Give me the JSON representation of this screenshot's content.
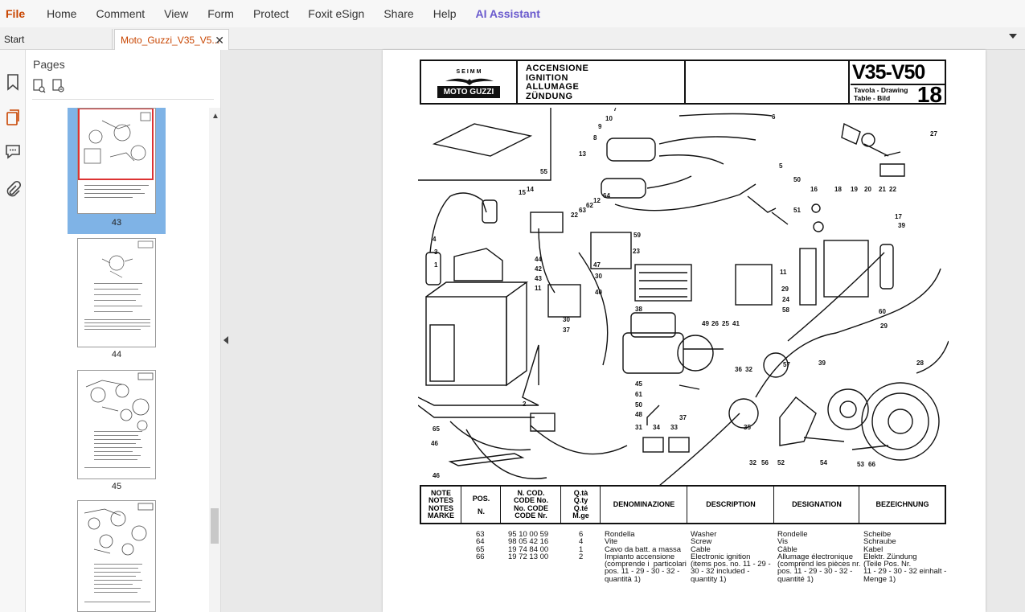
{
  "menu": [
    "File",
    "Home",
    "Comment",
    "View",
    "Form",
    "Protect",
    "Foxit eSign",
    "Share",
    "Help",
    "AI Assistant"
  ],
  "tabs": {
    "start": "Start",
    "doc": "Moto_Guzzi_V35_V5..."
  },
  "sidebar": {
    "title": "Pages"
  },
  "thumbnails": [
    {
      "label": "43",
      "selected": true
    },
    {
      "label": "44"
    },
    {
      "label": "45"
    },
    {
      "label": ""
    }
  ],
  "header": {
    "brand_top": "SEIMM",
    "brand": "MOTO GUZZI",
    "titles": [
      "ACCENSIONE",
      "IGNITION",
      "ALLUMAGE",
      "ZÜNDUNG"
    ],
    "model": "V35-V50",
    "tavola_line1": "Tavola - Drawing",
    "tavola_line2": "Table - Bild",
    "table_number": "18"
  },
  "table_headers": {
    "notes": [
      "NOTE",
      "NOTES",
      "NOTES",
      "MARKE"
    ],
    "pos": [
      "POS.",
      "N."
    ],
    "code": [
      "N. COD.",
      "CODE No.",
      "No. CODE",
      "CODE Nr."
    ],
    "qty": [
      "Q.tà",
      "Q.ty",
      "Q.té",
      "M.ge"
    ],
    "denominazione": "DENOMINAZIONE",
    "description": "DESCRIPTION",
    "designation": "DESIGNATION",
    "bezeichnung": "BEZEICHNUNG"
  },
  "parts": {
    "pos": [
      "63",
      "64",
      "65",
      "66"
    ],
    "codes": [
      "95 10 00 59",
      "98 05 42 16",
      "19 74 84 00",
      "19 72 13 00"
    ],
    "qty": [
      "6",
      "4",
      "1",
      "2"
    ],
    "denominazione": [
      "Rondella",
      "Vite",
      "Cavo da batt. a massa",
      "Impianto accensione",
      "(comprende i  particolari",
      "pos. 11 - 29 - 30 - 32 -",
      "quantità 1)"
    ],
    "description": [
      "Washer",
      "Screw",
      "Cable",
      "Electronic ignition",
      "(items pos. no. 11 - 29 -",
      "30 - 32 included -",
      "quantity 1)"
    ],
    "designation": [
      "Rondelle",
      "Vis",
      "Câble",
      "Allumage électronique",
      "(comprend les pièces nr.",
      "pos. 11 - 29 - 30 - 32 -",
      "quantité 1)"
    ],
    "bezeichnung": [
      "Scheibe",
      "Schraube",
      "Kabel",
      "Elektr. Zündung",
      "(Teile Pos. Nr.",
      "11 - 29 - 30 - 32 einhalt -",
      "Menge 1)"
    ]
  },
  "callouts": [
    "7",
    "6",
    "10",
    "9",
    "8",
    "13",
    "5",
    "50",
    "27",
    "55",
    "14",
    "15",
    "12",
    "64",
    "62",
    "63",
    "22",
    "16",
    "18",
    "19",
    "20",
    "21",
    "22",
    "4",
    "3",
    "1",
    "51",
    "17",
    "39",
    "59",
    "44",
    "42",
    "43",
    "11",
    "47",
    "23",
    "11",
    "29",
    "30",
    "40",
    "24",
    "58",
    "38",
    "60",
    "49",
    "26",
    "25",
    "41",
    "29",
    "30",
    "37",
    "36",
    "32",
    "57",
    "39",
    "28",
    "45",
    "61",
    "50",
    "48",
    "31",
    "34",
    "33",
    "37",
    "35",
    "32",
    "56",
    "52",
    "54",
    "53",
    "66",
    "2",
    "65",
    "46"
  ]
}
